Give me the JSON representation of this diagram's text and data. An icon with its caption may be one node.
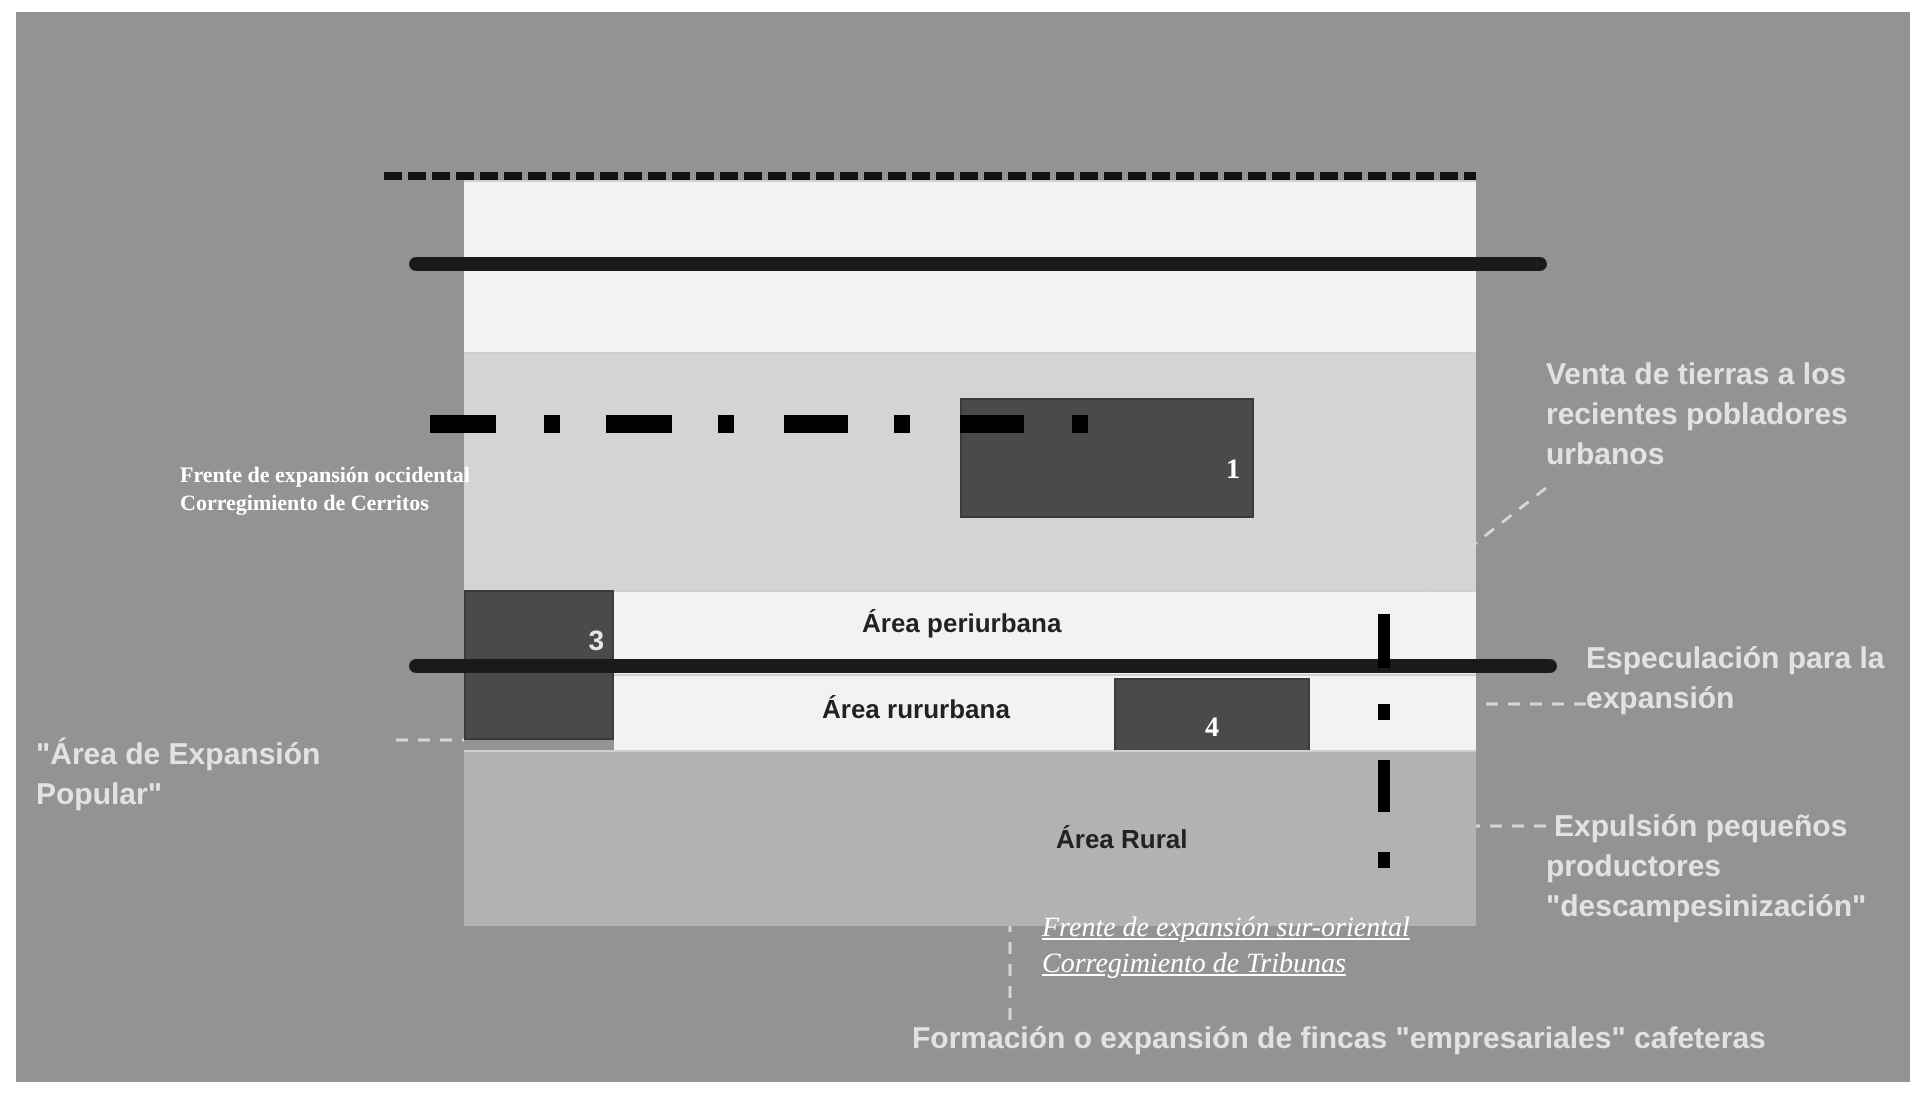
{
  "diagram": {
    "nodes": [
      {
        "text": [],
        "shape": "box"
      },
      {
        "text": [],
        "shape": "box"
      },
      {
        "text": [
          "1"
        ],
        "in": 1
      },
      {
        "text": [
          "Área periurbana"
        ]
      },
      {
        "text": [
          "Área rururbana"
        ]
      },
      {
        "text": [
          "3"
        ]
      },
      {
        "text": [
          "4"
        ],
        "in": 4
      },
      {
        "text": [
          "Área Rural"
        ]
      },
      {
        "text": [
          "Venta de tierras  a los recientes pobladores urbanos"
        ]
      },
      {
        "text": [
          "Especulación para la expansión"
        ]
      },
      {
        "text": [
          "Expulsión pequeños productores \"descampesinización\""
        ]
      },
      {
        "text": [
          "\"Área de Expansión Popular\""
        ]
      },
      {
        "text": [
          "Formación o expansión de fincas \"empresariales\" cafeteras"
        ]
      }
    ],
    "edges": [
      {
        "from": 8,
        "to": 3,
        "arrow": "none",
        "style": "dashed"
      },
      {
        "from": 9,
        "to": 4,
        "arrow": "none",
        "style": "dashed"
      },
      {
        "from": 10,
        "to": 7,
        "arrow": "none",
        "style": "dashed"
      },
      {
        "from": 11,
        "to": 5,
        "arrow": "none",
        "style": "dashed"
      },
      {
        "from": 12,
        "to": 7,
        "arrow": "none",
        "style": "dashed"
      }
    ],
    "labels": [
      "Frente de expansión occidental Corregimiento de Cerritos",
      "Frente de expansión sur-oriental Corregimiento de Tribunas"
    ]
  }
}
